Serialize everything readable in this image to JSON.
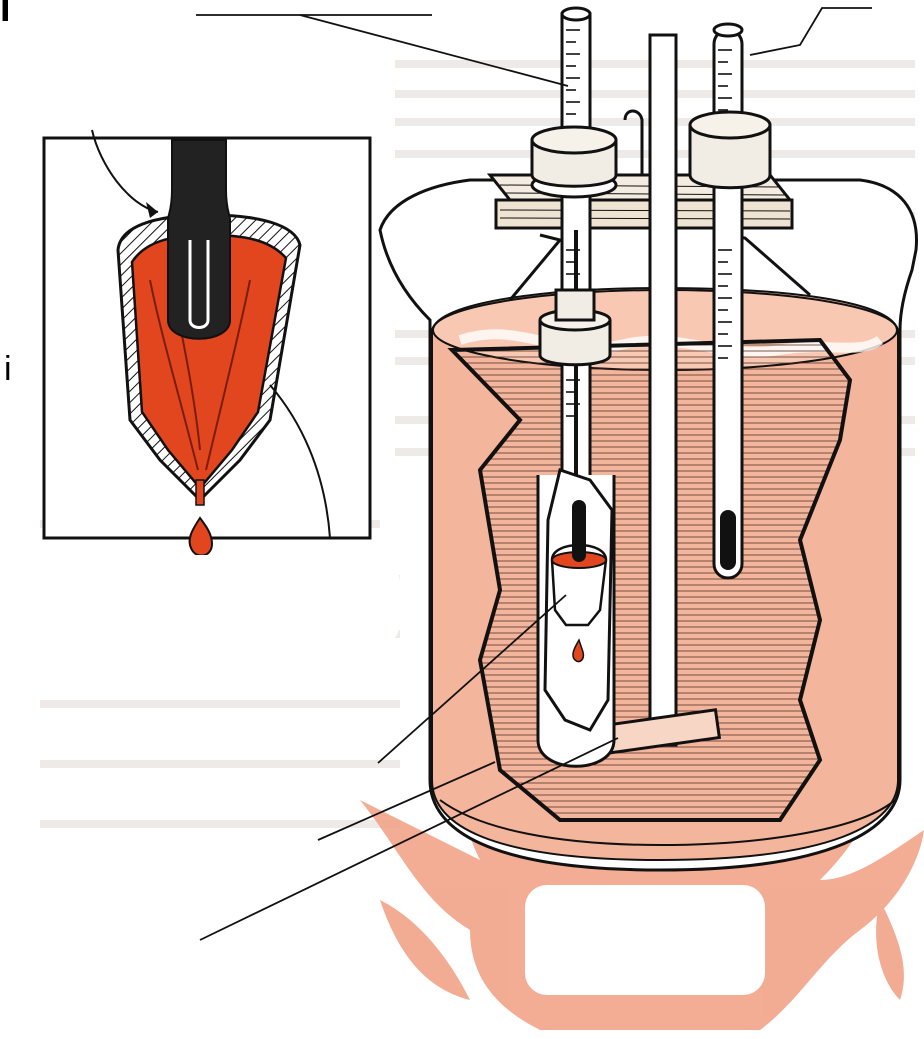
{
  "figure": {
    "edge_glyph_top": "I",
    "edge_glyph_left": "i",
    "colors": {
      "ink": "#111111",
      "paper": "#ffffff",
      "liquid_fill": "#f3b59c",
      "flame": "#f2a489",
      "molten_metal": "#e2461f",
      "cork": "#f1ede4",
      "background_text": "#cfc6be"
    },
    "icons": [
      "thermometer",
      "stirring-rod",
      "cork-stopper",
      "wooden-lid",
      "beaker",
      "test-tube",
      "crucible",
      "droplet",
      "flame"
    ],
    "label_slots": {
      "top_left_leader": "",
      "top_right_leader": "",
      "inset_arrow": "",
      "crucible_leader": "",
      "bath_leader": "",
      "paddle_leader": "",
      "bottom_left_leader": ""
    }
  }
}
